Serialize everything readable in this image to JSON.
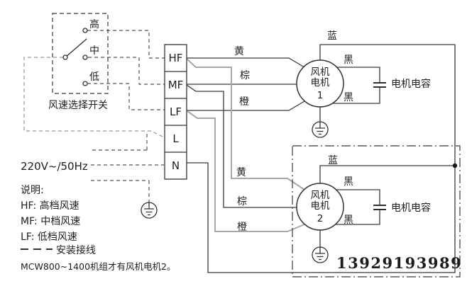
{
  "switch": {
    "label": "风速选择开关",
    "positions": [
      {
        "label": "高"
      },
      {
        "label": "中"
      },
      {
        "label": "低"
      }
    ]
  },
  "terminal_block": {
    "terminals": [
      {
        "label": "HF"
      },
      {
        "label": "MF"
      },
      {
        "label": "LF"
      },
      {
        "label": "L"
      },
      {
        "label": "N"
      }
    ]
  },
  "power": {
    "label": "220V~/50Hz"
  },
  "wires": {
    "yellow": "黄",
    "brown": "棕",
    "orange": "橙",
    "blue": "蓝",
    "black": "黑"
  },
  "motor1": {
    "line1": "风机",
    "line2": "电机",
    "number": "1",
    "capacitor": "电机电容"
  },
  "motor2": {
    "line1": "风机",
    "line2": "电机",
    "number": "2",
    "capacitor": "电机电容"
  },
  "legend": {
    "title": "说明:",
    "items": [
      {
        "text": "HF: 高档风速"
      },
      {
        "text": "MF: 中档风速"
      },
      {
        "text": "LF: 低档风速"
      }
    ],
    "dash_label": "安装接线",
    "note": "MCW800~1400机组才有风机电机2。"
  },
  "watermark": {
    "phone": "13929193989",
    "color": "#c41212"
  },
  "colors": {
    "line": "#3a3a3a",
    "wire_gray": "#a8a8a8",
    "dash": "#555555",
    "dash_light": "#979797"
  }
}
